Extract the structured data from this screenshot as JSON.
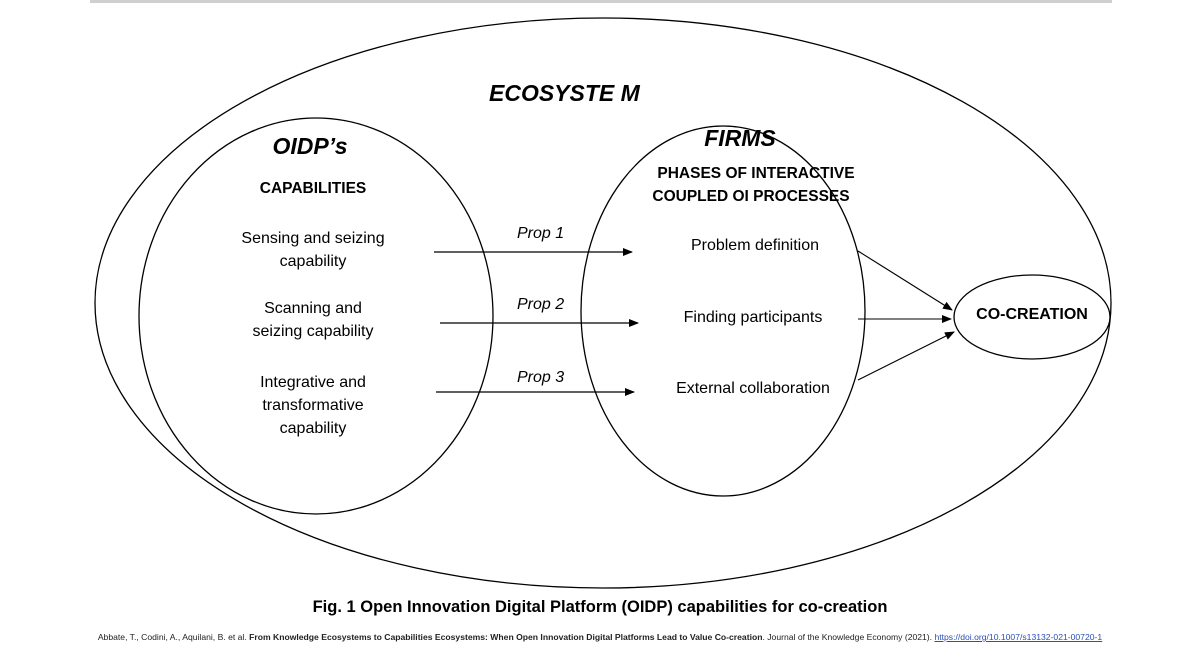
{
  "diagram": {
    "ecosystem_label": "ECOSYSTE M",
    "oidp": {
      "title": "OIDP’s",
      "subtitle": "CAPABILITIES",
      "capabilities": [
        "Sensing and seizing\ncapability",
        "Scanning and\nseizing capability",
        "Integrative and\ntransformative\ncapability"
      ]
    },
    "firms": {
      "title": "FIRMS",
      "subtitle_line1": "PHASES OF INTERACTIVE",
      "subtitle_line2": "COUPLED OI PROCESSES",
      "phases": [
        "Problem definition",
        "Finding participants",
        "External collaboration"
      ]
    },
    "props": [
      "Prop 1",
      "Prop 2",
      "Prop 3"
    ],
    "outcome": "CO-CREATION"
  },
  "caption": "Fig. 1 Open Innovation Digital Platform (OIDP) capabilities for co-creation",
  "citation": {
    "authors": "Abbate, T., Codini, A., Aquilani, B. et al.",
    "title": "From Knowledge Ecosystems to Capabilities Ecosystems: When Open Innovation Digital Platforms Lead to Value Co-creation",
    "journal": ". Journal of the Knowledge Economy (2021).",
    "doi": "https://doi.org/10.1007/s13132-021-00720-1"
  }
}
